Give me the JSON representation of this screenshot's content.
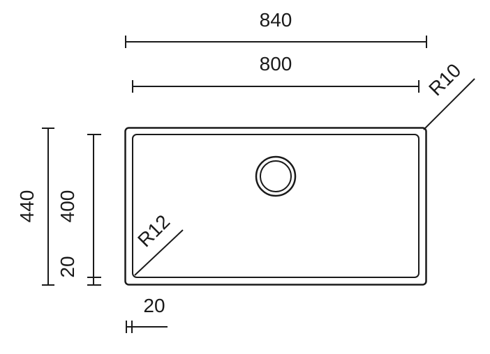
{
  "drawing": {
    "dimensions": {
      "outer_width": "840",
      "inner_width": "800",
      "outer_height": "440",
      "inner_height": "400",
      "side_margin": "20",
      "bottom_margin": "20",
      "outer_corner_radius": "R10",
      "inner_corner_radius": "R12"
    },
    "colors": {
      "ink": "#1a1a1a",
      "background": "#ffffff"
    }
  }
}
